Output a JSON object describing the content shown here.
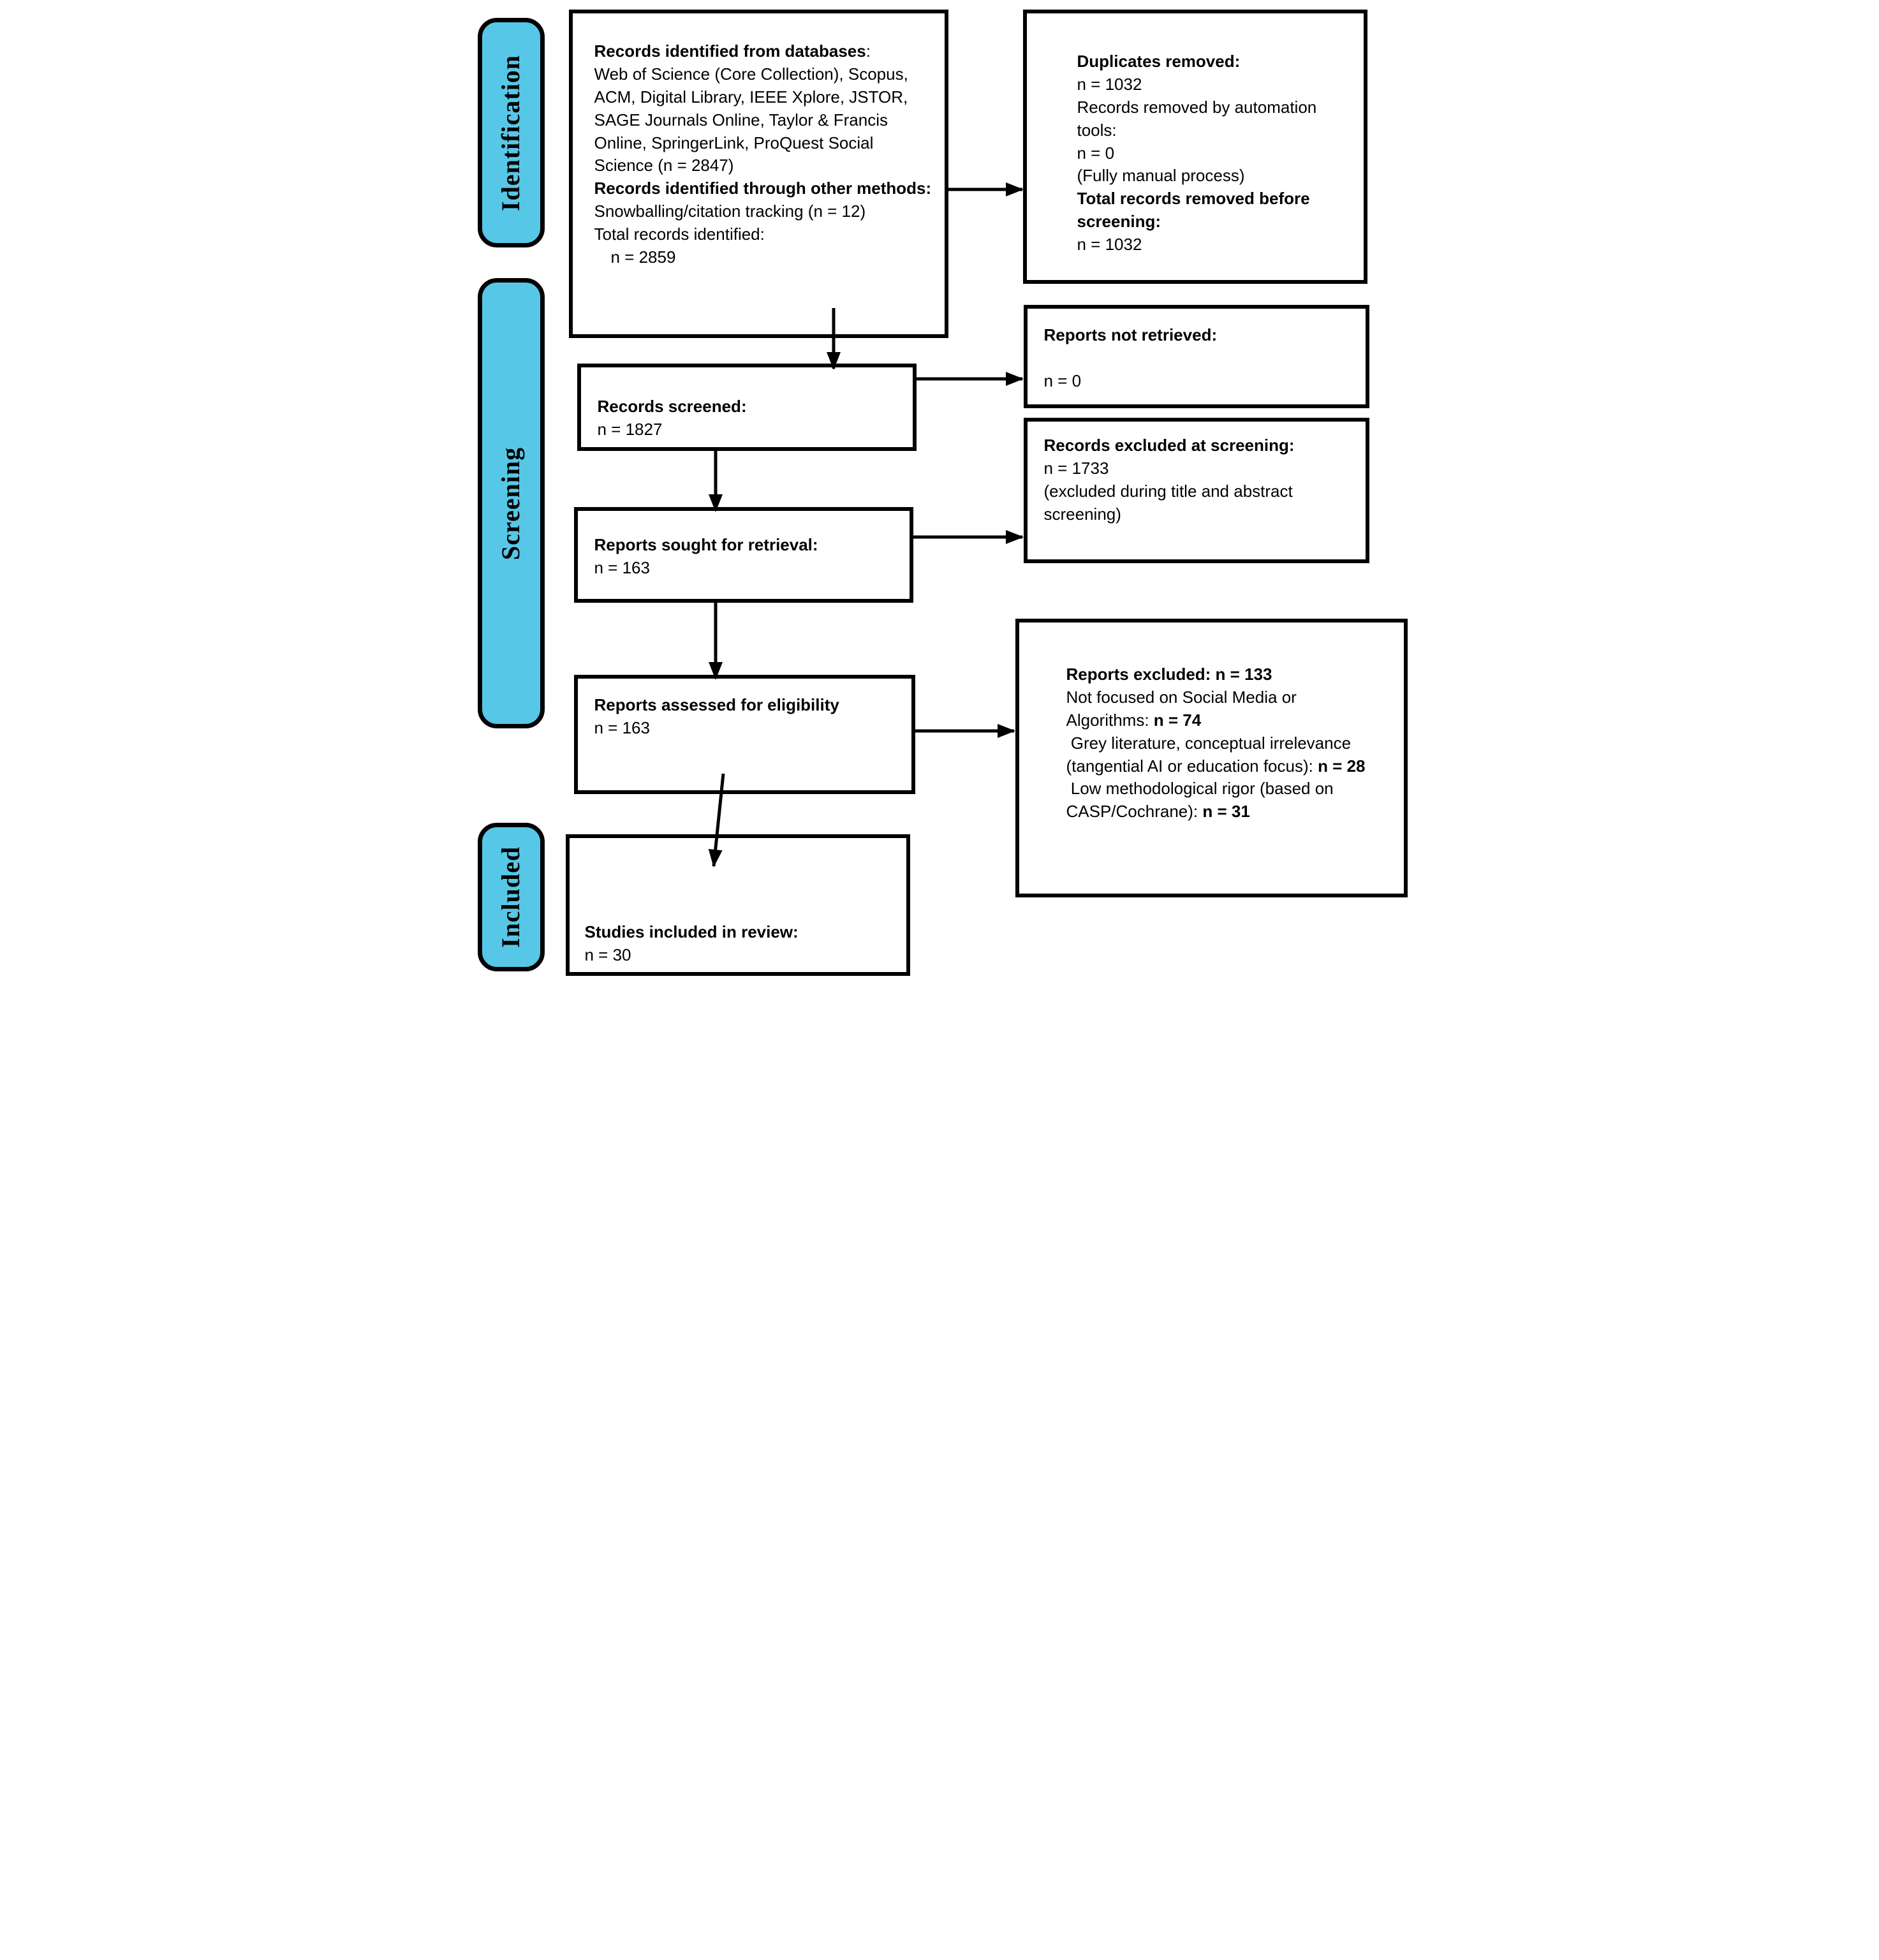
{
  "stage_labels": {
    "identification": "Identification",
    "screening": "Screening",
    "included": "Included"
  },
  "colors": {
    "stage_fill": "#57C7E8",
    "line_color": "#000000",
    "box_background": "#FFFFFF"
  },
  "boxes": {
    "records_identified": {
      "paragraphs": [
        {
          "segments": [
            {
              "t": "Records identified from databases",
              "b": true
            },
            {
              "t": ":",
              "b": false
            }
          ]
        },
        {
          "segments": [
            {
              "t": "Web of Science (Core Collection), Scopus, ACM, Digital Library, IEEE Xplore, JSTOR, SAGE Journals Online, Taylor & Francis Online, SpringerLink, ProQuest Social Science (n = 2847)",
              "b": false
            }
          ]
        },
        {
          "segments": [
            {
              "t": "Records identified through other methods:",
              "b": true
            },
            {
              "t": " Snowballing/citation tracking (n = 12)",
              "b": false
            }
          ]
        },
        {
          "segments": [
            {
              "t": "Total records identified:",
              "b": false
            }
          ]
        },
        {
          "indent": true,
          "segments": [
            {
              "t": "n = 2859",
              "b": false
            }
          ]
        }
      ]
    },
    "duplicates_removed": {
      "paragraphs": [
        {
          "segments": [
            {
              "t": "Duplicates removed:",
              "b": true
            }
          ]
        },
        {
          "segments": [
            {
              "t": "n = 1032",
              "b": false
            }
          ]
        },
        {
          "segments": [
            {
              "t": "Records removed by automation tools:",
              "b": false
            }
          ]
        },
        {
          "segments": [
            {
              "t": "n = 0",
              "b": false
            }
          ]
        },
        {
          "segments": [
            {
              "t": "(Fully manual process)",
              "b": false
            }
          ]
        },
        {
          "segments": [
            {
              "t": "Total records removed before screening:",
              "b": true
            }
          ]
        },
        {
          "segments": [
            {
              "t": "n = 1032",
              "b": false
            }
          ]
        }
      ]
    },
    "records_screened": {
      "paragraphs": [
        {
          "segments": [
            {
              "t": "Records screened:",
              "b": true
            }
          ]
        },
        {
          "segments": [
            {
              "t": "n = 1827",
              "b": false
            }
          ]
        }
      ]
    },
    "reports_not_retrieved": {
      "paragraphs": [
        {
          "segments": [
            {
              "t": "Reports not retrieved:",
              "b": true
            }
          ]
        },
        {
          "gap": true,
          "segments": [
            {
              "t": "n = 0",
              "b": false
            }
          ]
        }
      ]
    },
    "reports_sought": {
      "paragraphs": [
        {
          "segments": [
            {
              "t": "Reports sought for retrieval:",
              "b": true
            }
          ]
        },
        {
          "segments": [
            {
              "t": "n = 163",
              "b": false
            }
          ]
        }
      ]
    },
    "records_excluded_screening": {
      "paragraphs": [
        {
          "segments": [
            {
              "t": "Records excluded at screening:",
              "b": true
            }
          ]
        },
        {
          "segments": [
            {
              "t": "n = 1733",
              "b": false
            }
          ]
        },
        {
          "segments": [
            {
              "t": "(excluded during title and abstract screening)",
              "b": false
            }
          ]
        }
      ]
    },
    "reports_assessed": {
      "paragraphs": [
        {
          "segments": [
            {
              "t": "Reports assessed for eligibility",
              "b": true
            }
          ]
        },
        {
          "segments": [
            {
              "t": "n = 163",
              "b": false
            }
          ]
        }
      ]
    },
    "reports_excluded": {
      "paragraphs": [
        {
          "segments": [
            {
              "t": "Reports excluded: n = 133",
              "b": true
            }
          ]
        },
        {
          "segments": [
            {
              "t": "Not focused on Social Media or Algorithms: ",
              "b": false
            },
            {
              "t": "n = 74",
              "b": true
            }
          ]
        },
        {
          "segments": [
            {
              "t": " Grey literature, conceptual irrelevance (tangential AI or education focus): ",
              "b": false
            },
            {
              "t": "n = 28",
              "b": true
            }
          ]
        },
        {
          "segments": [
            {
              "t": " Low methodological rigor (based on CASP/Cochrane): ",
              "b": false
            },
            {
              "t": "n = 31",
              "b": true
            }
          ]
        }
      ]
    },
    "studies_included": {
      "paragraphs": [
        {
          "segments": [
            {
              "t": "Studies included in review:",
              "b": true
            }
          ]
        },
        {
          "segments": [
            {
              "t": "n = 30",
              "b": false
            }
          ]
        }
      ]
    }
  }
}
